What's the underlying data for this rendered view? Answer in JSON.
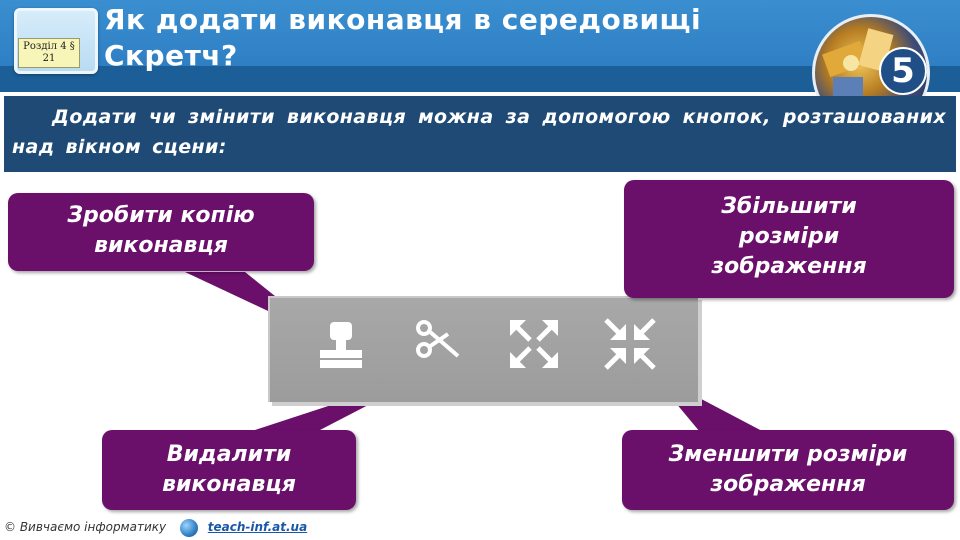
{
  "header": {
    "title": "Як додати виконавця в середовищі Скретч?",
    "section_label_line1": "Розділ 4 §",
    "section_label_line2": "21",
    "grade_badge": "5"
  },
  "intro": {
    "text": "Додати чи змінити виконавця можна за допомогою кнопок, розташованих над вікном сцени:"
  },
  "toolbar": {
    "buttons": [
      {
        "icon": "stamp-icon",
        "label": "Зробити копію виконавця"
      },
      {
        "icon": "scissors-icon",
        "label": "Видалити виконавця"
      },
      {
        "icon": "expand-icon",
        "label": "Збільшити розміри зображення"
      },
      {
        "icon": "shrink-icon",
        "label": "Зменшити розміри зображення"
      }
    ]
  },
  "callouts": {
    "copy": "Зробити копію виконавця",
    "delete": "Видалити виконавця",
    "grow": "Збільшити розміри зображення",
    "shrink": "Зменшити розміри зображення"
  },
  "footer": {
    "publisher": "© Вивчаємо інформатику",
    "site": "teach-inf.at.ua"
  },
  "colors": {
    "header_blue": "#2f7fc4",
    "intro_bg": "#1e4a75",
    "callout_purple": "#6a0f6a",
    "toolbar_gray": "#a3a3a3"
  }
}
